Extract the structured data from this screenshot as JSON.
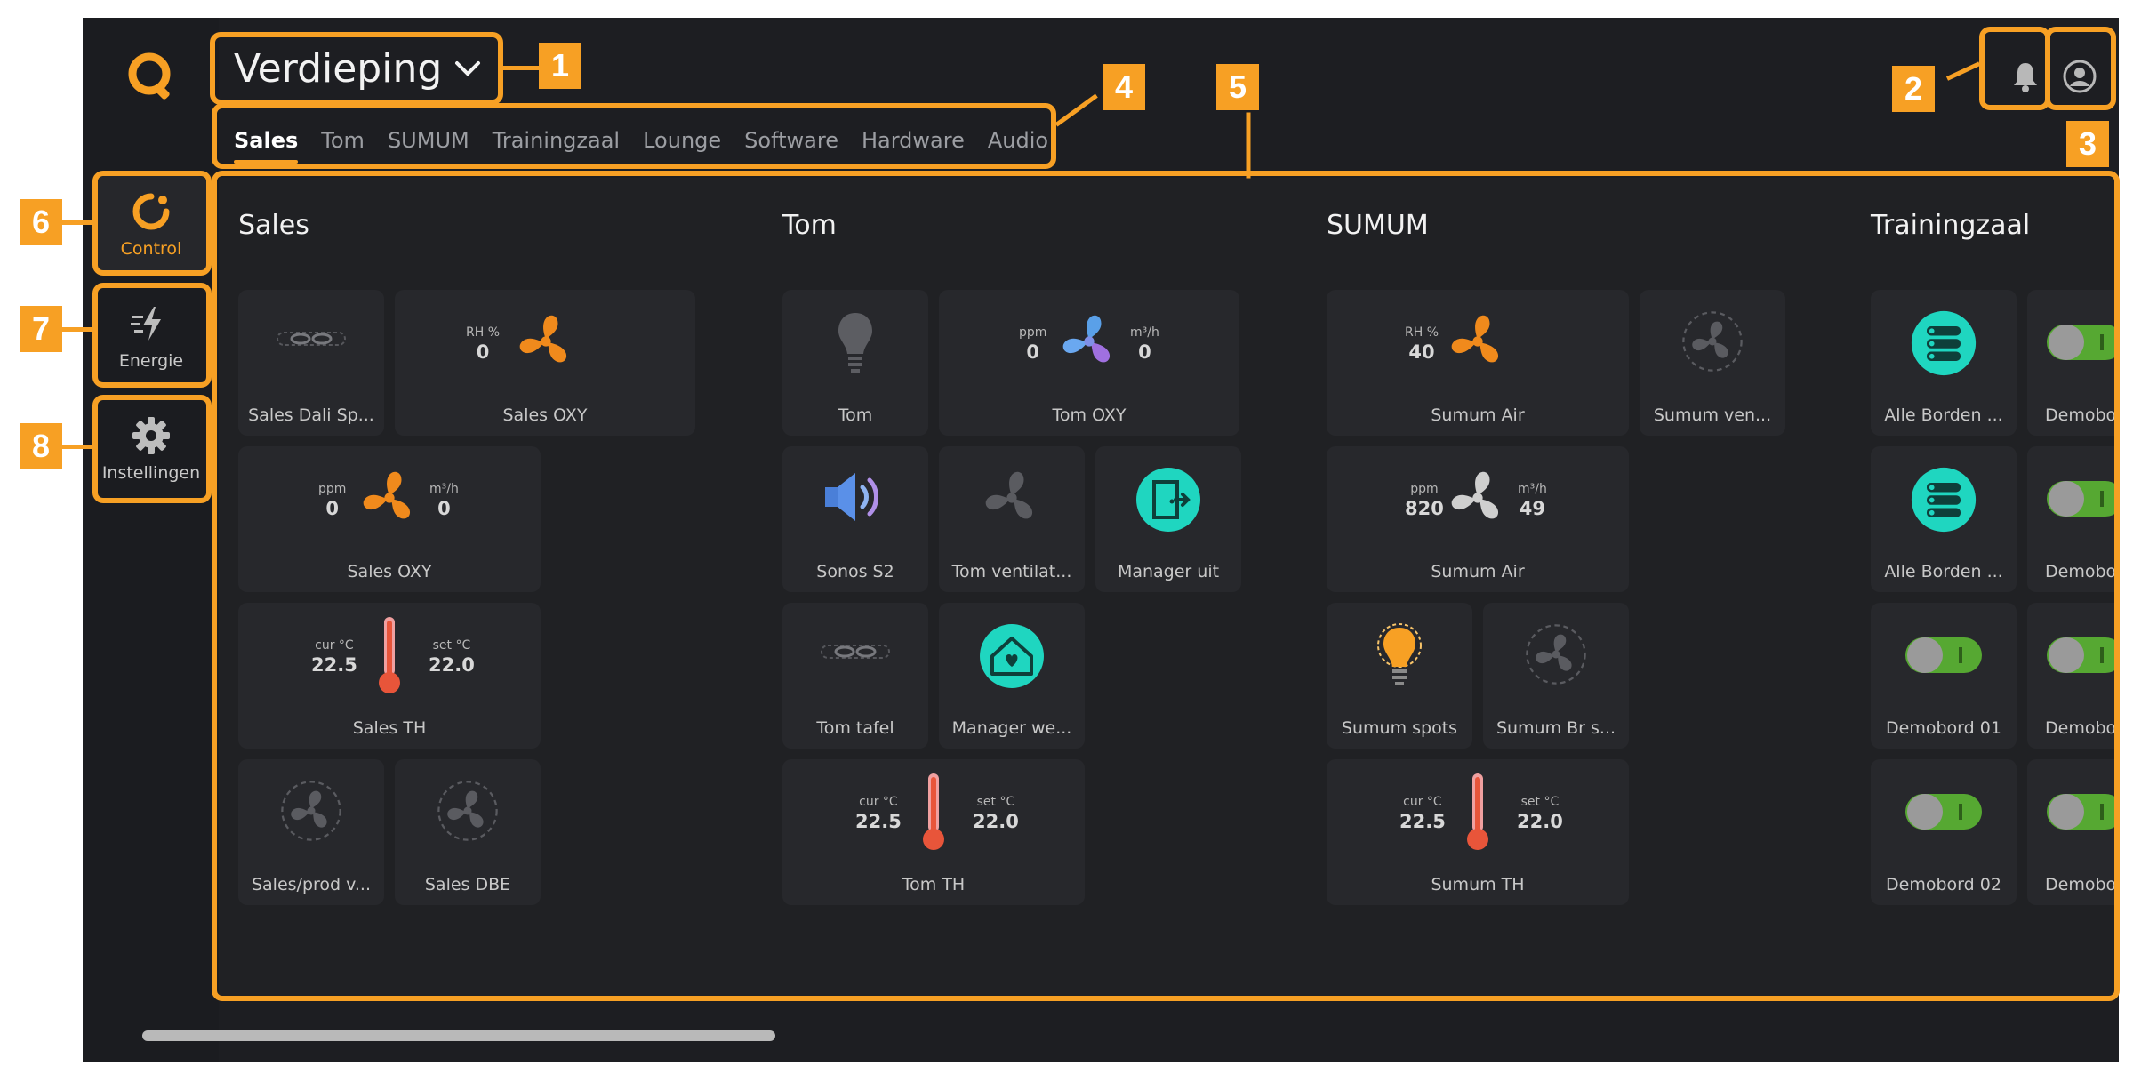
{
  "header": {
    "title": "Verdieping"
  },
  "tabs": [
    "Sales",
    "Tom",
    "SUMUM",
    "Trainingzaal",
    "Lounge",
    "Software",
    "Hardware",
    "Audio"
  ],
  "nav": [
    {
      "label": "Control",
      "icon": "control-icon",
      "active": true
    },
    {
      "label": "Energie",
      "icon": "energy-icon",
      "active": false
    },
    {
      "label": "Instellingen",
      "icon": "gear-icon",
      "active": false
    }
  ],
  "callouts": [
    "1",
    "2",
    "3",
    "4",
    "5",
    "6",
    "7",
    "8"
  ],
  "colors": {
    "accent": "#f7a024",
    "background": "#1d1e22",
    "tile": "#27282c"
  },
  "rooms": {
    "sales": {
      "title": "Sales",
      "tiles": {
        "dali": "Sales Dali Sp...",
        "oxy1": {
          "label": "Sales OXY",
          "unit": "RH %",
          "value": "0"
        },
        "oxy2": {
          "label": "Sales OXY",
          "unit1": "ppm",
          "value1": "0",
          "unit2": "m³/h",
          "value2": "0"
        },
        "th": {
          "label": "Sales TH",
          "unit1": "cur °C",
          "value1": "22.5",
          "unit2": "set °C",
          "value2": "22.0"
        },
        "prod": "Sales/prod v...",
        "dbe": "Sales DBE"
      }
    },
    "tom": {
      "title": "Tom",
      "tiles": {
        "tom": "Tom",
        "oxy": {
          "label": "Tom OXY",
          "unit1": "ppm",
          "value1": "0",
          "unit2": "m³/h",
          "value2": "0"
        },
        "sonos": "Sonos S2",
        "vent": "Tom ventilat...",
        "manager_uit": "Manager uit",
        "tafel": "Tom tafel",
        "manager_we": "Manager we...",
        "th": {
          "label": "Tom TH",
          "unit1": "cur °C",
          "value1": "22.5",
          "unit2": "set °C",
          "value2": "22.0"
        }
      }
    },
    "sumum": {
      "title": "SUMUM",
      "tiles": {
        "air1": {
          "label": "Sumum Air",
          "unit": "RH %",
          "value": "40"
        },
        "ven": "Sumum ven...",
        "air2": {
          "label": "Sumum Air",
          "unit1": "ppm",
          "value1": "820",
          "unit2": "m³/h",
          "value2": "49"
        },
        "spots": "Sumum spots",
        "br": "Sumum Br s...",
        "th": {
          "label": "Sumum TH",
          "unit1": "cur °C",
          "value1": "22.5",
          "unit2": "set °C",
          "value2": "22.0"
        }
      }
    },
    "trainingzaal": {
      "title": "Trainingzaal",
      "tiles": {
        "borden1": "Alle Borden ...",
        "borden2": "Alle Borden ...",
        "demo01": "Demobord 01",
        "demo02": "Demobord 02",
        "demo_r1": "Demobor",
        "demo_r2": "Demobor",
        "demo_r3": "Demobor",
        "demo_r4": "Demobor"
      }
    }
  }
}
